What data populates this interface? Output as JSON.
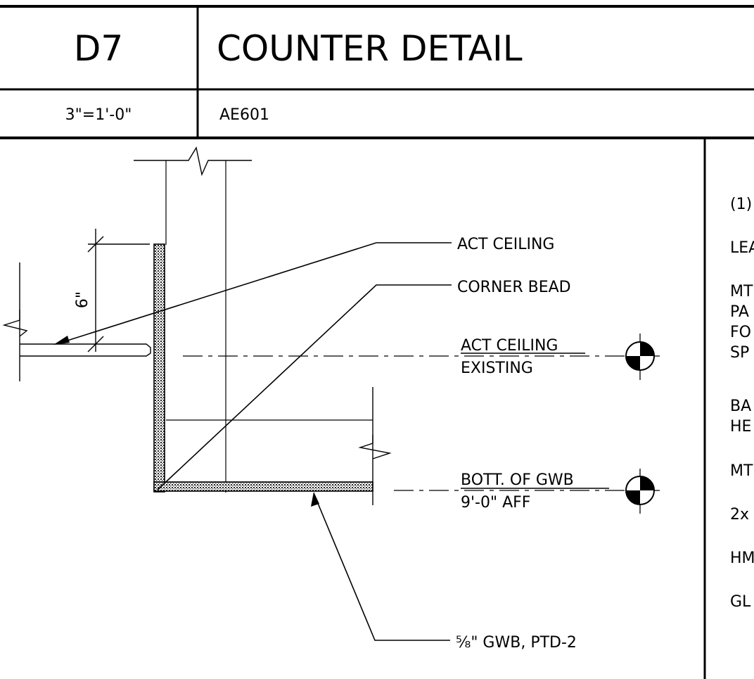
{
  "title_block": {
    "detail_number": "D7",
    "title": "COUNTER DETAIL",
    "scale": "3\"=1'-0\"",
    "sheet_ref": "AE601"
  },
  "dimensions": {
    "six_inch": "6\""
  },
  "callouts": {
    "act_ceiling": "ACT CEILING",
    "corner_bead": "CORNER BEAD",
    "act_ceiling_existing_line1": "ACT CEILING",
    "act_ceiling_existing_line2": "EXISTING",
    "bott_gwb_line1": "BOTT. OF GWB",
    "bott_gwb_line2": "9'-0\" AFF",
    "gwb_note": "⅝\" GWB, PTD-2"
  },
  "right_column_notes": [
    "(1)",
    "LEA",
    "MT",
    "PA",
    "FO",
    "SP",
    "BA",
    "HE",
    "MT",
    "2x",
    "HM",
    "GL"
  ]
}
